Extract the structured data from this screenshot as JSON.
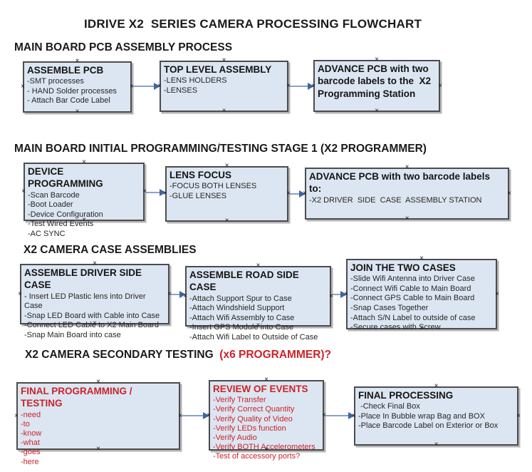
{
  "title": "IDRIVE X2  SERIES CAMERA PROCESSING FLOWCHART",
  "icons": {
    "handle": "×"
  },
  "colors": {
    "box_fill": "#dce6f2",
    "box_border": "#4c4c4c",
    "arrow_line": "#8aa2c6",
    "arrow_head": "#3e64a6",
    "red_text": "#cc2328",
    "black_text": "#1a1a1a"
  },
  "sections": [
    {
      "heading": "MAIN BOARD PCB ASSEMBLY PROCESS",
      "heading_red": "",
      "boxes": [
        {
          "title": "ASSEMBLE PCB",
          "items": [
            "-SMT processes",
            "- HAND Solder processes",
            "- Attach Bar Code Label"
          ]
        },
        {
          "title": "TOP LEVEL ASSEMBLY",
          "items": [
            "-LENS HOLDERS",
            "-LENSES"
          ]
        },
        {
          "title": "ADVANCE PCB with two barcode labels to the  X2 Programming Station",
          "items": []
        }
      ]
    },
    {
      "heading": "MAIN BOARD INITIAL PROGRAMMING/TESTING STAGE 1 (X2 PROGRAMMER)",
      "heading_red": "",
      "boxes": [
        {
          "title": "DEVICE PROGRAMMING",
          "items": [
            "-Scan Barcode",
            "-Boot Loader",
            "-Device Configuration",
            "-Test Wired Events",
            "-AC SYNC"
          ]
        },
        {
          "title": "LENS FOCUS",
          "items": [
            "-FOCUS BOTH LENSES",
            "-GLUE LENSES"
          ]
        },
        {
          "title": "ADVANCE PCB with two barcode labels to:",
          "items": [
            "-X2 DRIVER  SIDE  CASE  ASSEMBLY STATION"
          ]
        }
      ]
    },
    {
      "heading": "X2 CAMERA CASE ASSEMBLIES",
      "heading_red": "",
      "boxes": [
        {
          "title": "ASSEMBLE DRIVER SIDE CASE",
          "items": [
            "- Insert LED Plastic lens into Driver Case",
            "-Snap LED Board with Cable into Case",
            "-Connect LED Cable to X2 Main Board",
            "-Snap Main Board into case"
          ]
        },
        {
          "title": "ASSEMBLE ROAD SIDE CASE",
          "items": [
            "-Attach Support Spur to Case",
            "-Attach Windshield Support",
            "-Attach Wifi Assembly to Case",
            "-Insert GPS Module into Case",
            "-Attach Wifi Label to Outside of Case"
          ]
        },
        {
          "title": "JOIN THE TWO CASES",
          "items": [
            "-Slide Wifi Antenna into Driver Case",
            "-Connect Wifi Cable to Main Board",
            "-Connect GPS Cable to Main Board",
            "-Snap Cases Together",
            "-Attach S/N Label to outside of case",
            "-Secure cases with Screw"
          ]
        }
      ]
    },
    {
      "heading": "X2 CAMERA SECONDARY TESTING  ",
      "heading_red": "(x6 PROGRAMMER)?",
      "boxes": [
        {
          "title": "FINAL PROGRAMMING / TESTING",
          "items": [
            "-need",
            "-to",
            "-know",
            "-what",
            "-goes",
            "-here"
          ]
        },
        {
          "title": "REVIEW OF EVENTS",
          "items": [
            "-Verify Transfer",
            "-Verify Correct Quantity",
            "-Verify Quality of Video",
            "-Verify LEDs function",
            "-Verify Audio",
            "-Verify BOTH Accelerometers",
            "-Test of accessory ports?"
          ]
        },
        {
          "title": "FINAL PROCESSING",
          "items": [
            " -Check Final Box",
            "-Place In Bubble wrap Bag and BOX",
            "-Place Barcode Label on Exterior or Box"
          ]
        }
      ]
    }
  ]
}
